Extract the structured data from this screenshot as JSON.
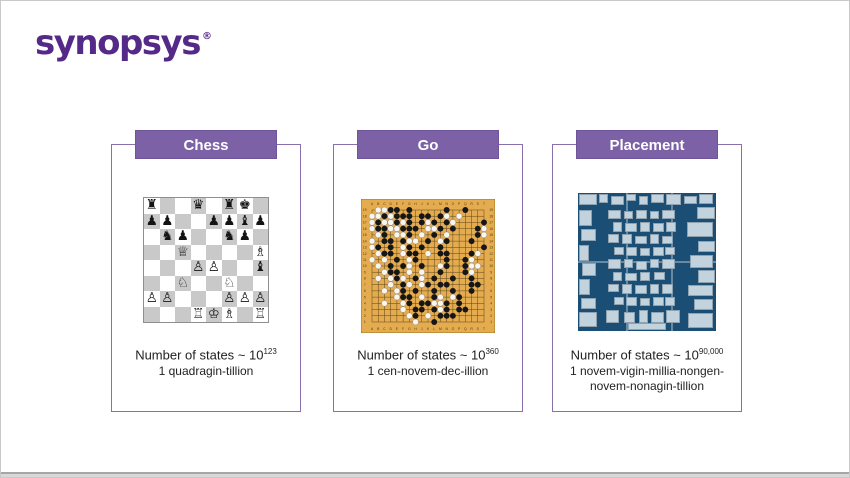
{
  "logo": {
    "text": "synopsys",
    "registered": "®"
  },
  "theme": {
    "brand_purple": "#552988",
    "header_purple": "#7C61A7",
    "card_border": "#8A6FAE",
    "text_dark": "#222222"
  },
  "cards": [
    {
      "title": "Chess",
      "states_prefix": "Number of states ~ 10",
      "exponent": "123",
      "name_line": "1 quadragin-tillion"
    },
    {
      "title": "Go",
      "states_prefix": "Number of states ~ 10",
      "exponent": "360",
      "name_line": "1 cen-novem-dec-illion"
    },
    {
      "title": "Placement",
      "states_prefix": "Number of states ~ 10",
      "exponent": "90,000",
      "name_line": "1 novem-vigin-millia-nongen-novem-nonagin-tillion"
    }
  ],
  "chess_board": {
    "light_square": "#FFFFFF",
    "dark_square": "#C9C9C9",
    "rows": [
      "r..q.rk.",
      "pp..ppbp",
      ".np..np.",
      "..Q....B",
      "...PP..b",
      "..N..N..",
      "PP...PPP",
      "...RKB.R"
    ],
    "glyphs": {
      "r": "♜",
      "n": "♞",
      "b": "♝",
      "q": "♛",
      "k": "♚",
      "p": "♟",
      "R": "♖",
      "N": "♘",
      "B": "♗",
      "Q": "♕",
      "K": "♔",
      "P": "♙"
    }
  },
  "go_board": {
    "background": "#E5AC4F",
    "border_color": "#9A7326",
    "line_color": "#5A451A",
    "label_color": "#50390F",
    "black_stone": "#161616",
    "white_stone": "#FAF6EE",
    "col_labels": "ABCDEFGHJKLMNOPQRST",
    "rows": [
      ".WWBB.B.....B..B...",
      "WWBWBBB.BB.BW.W....",
      "WBWWBWB.BWB.BW....B",
      "WBBWWBBB.WWB.B...BW",
      ".WB.WWB.W.B.W....BW",
      "W.BB.BWW.B.WB...B..",
      "WB.B.WB.B..B......B",
      ".WBB.WBB.W.BB...BW.",
      "W.W.B.WB....B..BW..",
      ".W.B.BW.B..WB..BWW.",
      "..WBB.W.W..B...BW..",
      ".W.WBW.BW.B..B..B..",
      "...W.BW.WB.BB...BB.",
      "..W.WB.B..B..B..B..",
      "....WBB.W.BW.WB....",
      "..W..WB.BBWWB.B....",
      ".....W.BB.BWB.BB...",
      "......WB.W.BBB.....",
      ".......W..B........"
    ]
  },
  "placement": {
    "background": "#1B4E75",
    "block_color": "#C3D3DE",
    "rects": [
      [
        1,
        1,
        13,
        8
      ],
      [
        15,
        1,
        7,
        6
      ],
      [
        24,
        2,
        9,
        7
      ],
      [
        35,
        1,
        7,
        5
      ],
      [
        44,
        2,
        7,
        7
      ],
      [
        53,
        1,
        9,
        6
      ],
      [
        64,
        1,
        11,
        8
      ],
      [
        77,
        2,
        9,
        6
      ],
      [
        88,
        1,
        10,
        7
      ],
      [
        1,
        12,
        9,
        12
      ],
      [
        2,
        26,
        11,
        9
      ],
      [
        1,
        38,
        7,
        11
      ],
      [
        3,
        51,
        10,
        9
      ],
      [
        1,
        62,
        8,
        12
      ],
      [
        2,
        76,
        11,
        8
      ],
      [
        1,
        86,
        13,
        11
      ],
      [
        86,
        10,
        13,
        9
      ],
      [
        79,
        21,
        19,
        11
      ],
      [
        87,
        35,
        12,
        8
      ],
      [
        81,
        45,
        17,
        9
      ],
      [
        87,
        56,
        12,
        9
      ],
      [
        80,
        67,
        18,
        8
      ],
      [
        84,
        77,
        14,
        8
      ],
      [
        80,
        87,
        18,
        11
      ],
      [
        22,
        12,
        9,
        7
      ],
      [
        33,
        13,
        7,
        6
      ],
      [
        42,
        12,
        8,
        7
      ],
      [
        52,
        13,
        7,
        6
      ],
      [
        61,
        12,
        9,
        7
      ],
      [
        25,
        21,
        7,
        7
      ],
      [
        34,
        22,
        9,
        6
      ],
      [
        45,
        21,
        7,
        7
      ],
      [
        54,
        22,
        8,
        6
      ],
      [
        64,
        21,
        7,
        7
      ],
      [
        22,
        30,
        8,
        6
      ],
      [
        32,
        30,
        7,
        7
      ],
      [
        41,
        31,
        9,
        6
      ],
      [
        52,
        30,
        7,
        7
      ],
      [
        61,
        31,
        8,
        6
      ],
      [
        26,
        39,
        7,
        6
      ],
      [
        35,
        39,
        8,
        7
      ],
      [
        45,
        40,
        7,
        6
      ],
      [
        54,
        39,
        8,
        7
      ],
      [
        63,
        39,
        7,
        6
      ],
      [
        22,
        48,
        9,
        7
      ],
      [
        33,
        48,
        7,
        6
      ],
      [
        42,
        49,
        8,
        7
      ],
      [
        52,
        48,
        7,
        6
      ],
      [
        61,
        48,
        9,
        7
      ],
      [
        25,
        57,
        7,
        7
      ],
      [
        34,
        58,
        9,
        6
      ],
      [
        45,
        57,
        7,
        7
      ],
      [
        55,
        57,
        8,
        6
      ],
      [
        22,
        66,
        8,
        6
      ],
      [
        32,
        66,
        7,
        7
      ],
      [
        41,
        67,
        9,
        6
      ],
      [
        52,
        66,
        7,
        7
      ],
      [
        61,
        66,
        8,
        7
      ],
      [
        26,
        75,
        7,
        6
      ],
      [
        35,
        75,
        8,
        7
      ],
      [
        45,
        76,
        7,
        6
      ],
      [
        54,
        75,
        8,
        7
      ],
      [
        63,
        75,
        7,
        7
      ],
      [
        20,
        85,
        10,
        9
      ],
      [
        33,
        86,
        8,
        8
      ],
      [
        44,
        85,
        7,
        9
      ],
      [
        53,
        86,
        9,
        8
      ],
      [
        64,
        85,
        10,
        9
      ],
      [
        36,
        94,
        28,
        5
      ]
    ]
  }
}
